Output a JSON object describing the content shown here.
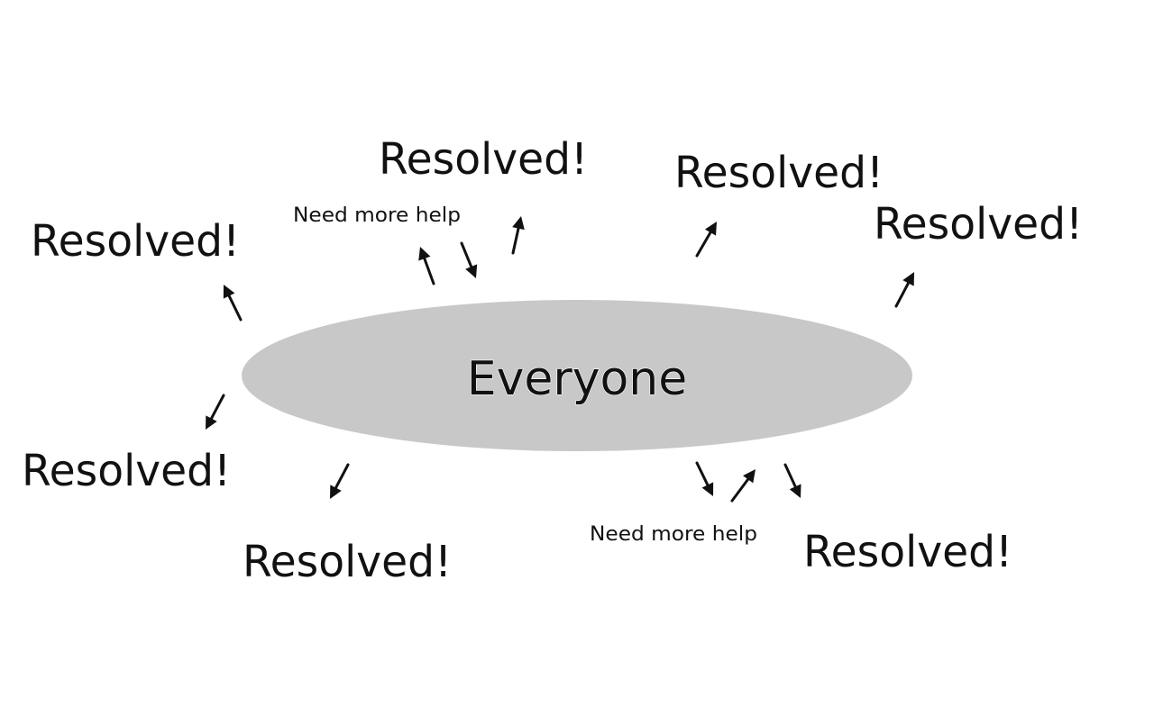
{
  "diagram": {
    "center_label": "Everyone",
    "outcomes": [
      "Resolved!",
      "Resolved!",
      "Resolved!",
      "Resolved!",
      "Resolved!",
      "Resolved!",
      "Resolved!"
    ],
    "help_labels": [
      "Need more help",
      "Need more help"
    ],
    "colors": {
      "ellipse": "#c8c8c8",
      "text": "#111111",
      "background": "#ffffff"
    }
  }
}
